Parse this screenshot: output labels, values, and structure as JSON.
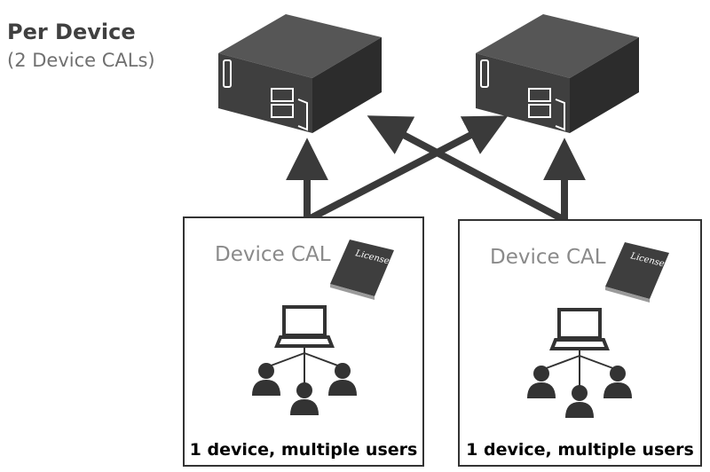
{
  "header": {
    "title": "Per Device",
    "subtitle": "(2 Device CALs)"
  },
  "servers": [
    {
      "name": "server-left"
    },
    {
      "name": "server-right"
    }
  ],
  "clients": [
    {
      "cal_label": "Device CAL",
      "license_word": "License",
      "caption": "1 device, multiple users"
    },
    {
      "cal_label": "Device CAL",
      "license_word": "License",
      "caption": "1 device, multiple users"
    }
  ],
  "colors": {
    "arrow": "#3a3a3a",
    "server_top": "#545454",
    "server_side": "#3a3a3a",
    "server_front": "#2b2b2b",
    "box_border": "#333333",
    "book": "#404040",
    "label_gray": "#8a8a8a"
  }
}
